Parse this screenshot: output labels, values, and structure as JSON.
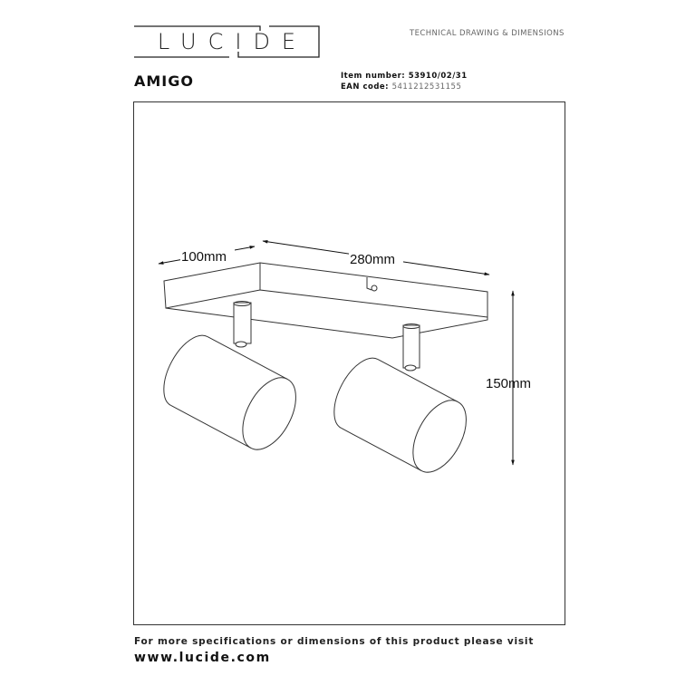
{
  "header": {
    "brand": "LUCIDE",
    "doc_type": "TECHNICAL DRAWING & DIMENSIONS",
    "product_name": "AMIGO",
    "item_number_label": "Item number:",
    "item_number": "53910/02/31",
    "ean_label": "EAN code:",
    "ean": "5411212531155"
  },
  "drawing": {
    "depth": "100mm",
    "width": "280mm",
    "height": "150mm"
  },
  "footer": {
    "note": "For more specifications or dimensions of this product please visit",
    "url": "www.lucide.com"
  }
}
